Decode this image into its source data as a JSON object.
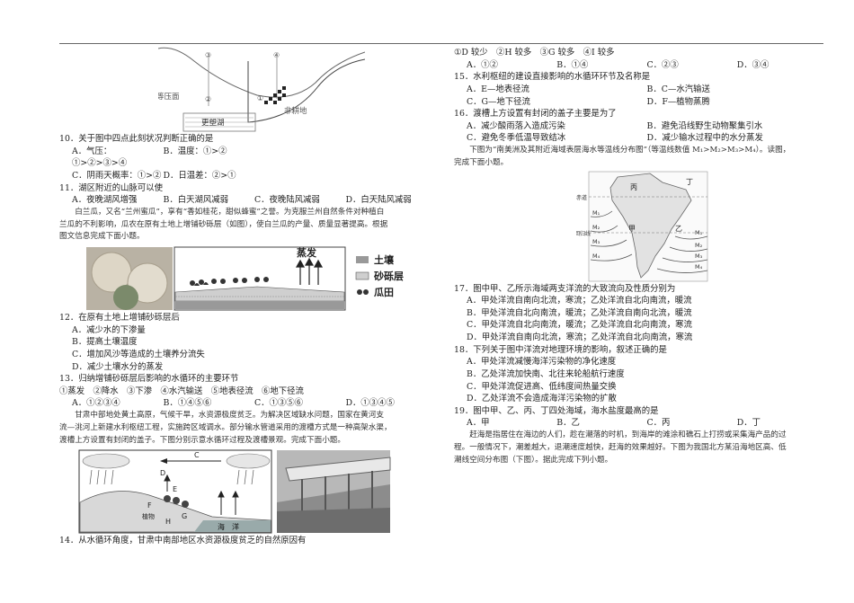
{
  "fig1": {
    "label_1": "①",
    "label_2": "②",
    "label_3": "③",
    "label_4": "④",
    "pressure_label": "等压面",
    "lake_label": "更塑湖",
    "nonfarm_label": "非耕地"
  },
  "q10": {
    "stem": "10．关于图中四点此刻状况判断正确的是",
    "options": [
      "A．气压：①>②>③>④",
      "B．温度：①>②",
      "C．阴雨天概率：①>②",
      "D．日温差：②>①"
    ]
  },
  "q11": {
    "stem": "11．湖区附近的山脉可以使",
    "options": [
      "A．夜晚湖风增强",
      "B．白天湖风减弱",
      "C．夜晚陆风减弱",
      "D．白天陆风减弱"
    ]
  },
  "para1": [
    "白兰瓜，又名“兰州蜜瓜”，享有“香如桂花，甜似蜂蜜”之誉。为克服兰州自然条件对种植白",
    "兰瓜的不利影响，瓜农在原有土地上增铺砂砾层（如图），使白兰瓜的产量、质量显著提高。根据",
    "图文信息完成下面小题。"
  ],
  "fig2": {
    "evap_label": "蒸发",
    "soil_label": "土壤",
    "gravel_label": "砂砾层",
    "melon_label": "瓜田"
  },
  "q12": {
    "stem": "12．在原有土地上增铺砂砾层后",
    "options": [
      "A．减少水的下渗量",
      "B．提高土壤温度",
      "C．增加风沙等造成的土壤养分流失",
      "D．减少土壤水分的蒸发"
    ]
  },
  "q13": {
    "stem": "13．归纳增铺砂砾层后影响的水循环的主要环节",
    "items": "①蒸发　②降水　③下渗　④水汽输送　⑤地表径流　⑥地下径流",
    "options": [
      "A．①②③④",
      "B．①④⑤⑥",
      "C．①③⑤⑥",
      "D．①③④⑤"
    ]
  },
  "para2": [
    "甘肃中部地处黄土高原，气候干旱，水资源极度贫乏。为解决区域缺水问题，国家在黄河支",
    "流—洮河上新建水利枢纽工程，实施跨区域调水。部分输水管道采用的渡槽方式是一种高架水渠，",
    "渡槽上方设置有封闭的盖子。下图分别示意水循环过程及渡槽景观。完成下面小题。"
  ],
  "fig3": {
    "label_c": "C",
    "label_d": "D",
    "label_e": "E",
    "label_f": "F",
    "label_g": "G",
    "label_h": "H",
    "plant_label": "植物",
    "sea_label": "海　洋"
  },
  "q14": {
    "stem": "14．从水循环角度，甘肃中南部地区水资源极度贫乏的自然原因有"
  },
  "q14b": {
    "items": "①D 较少　②H 较多　③G 较多　④I 较多",
    "options": [
      "A．①②",
      "B．①④",
      "C．②③",
      "D．③④"
    ]
  },
  "q15": {
    "stem": "15．水利枢纽的建设直接影响的水循环环节及名称是",
    "options": [
      "A．E—地表径流",
      "B．C—水汽输送",
      "C．G—地下径流",
      "D．F—植物蒸腾"
    ]
  },
  "q16": {
    "stem": "16．渡槽上方设置有封闭的盖子主要是为了",
    "options": [
      "A．减少酸雨落入造成污染",
      "B．避免沿线野生动物聚集引水",
      "C．避免冬季低温导致结冰",
      "D．减少输水过程中的水分蒸发"
    ]
  },
  "para3": [
    "下图为“南美洲及其附近海域表层海水等温线分布图”（等温线数值 M₁>M₂>M₃>M₄）。读图，",
    "完成下面小题。"
  ],
  "fig4": {
    "label_bing": "丙",
    "label_ding": "丁",
    "label_jia": "甲",
    "label_yi": "乙",
    "equator": "赤道",
    "tropic": "南回归线",
    "m1": "M₁",
    "m2": "M₂",
    "m3": "M₃",
    "m4": "M₄"
  },
  "q17": {
    "stem": "17．图中甲、乙所示海域两支洋流的大致流向及性质分别为",
    "options": [
      "A．甲处洋流自南向北流，寒流；乙处洋流自北向南流，暖流",
      "B．甲处洋流自北向南流，暖流；乙处洋流自南向北流，暖流",
      "C．甲处洋流自北向南流，暖流；乙处洋流自北向南流，寒流",
      "D．甲处洋流自南向北流，寒流；乙处洋流自北向南流，寒流"
    ]
  },
  "q18": {
    "stem": "18．下列关于图中洋流对地理环境的影响，叙述正确的是",
    "options": [
      "A．甲处洋流减慢海洋污染物的净化速度",
      "B．乙处洋流加快南、北往来轮船航行速度",
      "C．甲处洋流促进高、低纬度间热量交换",
      "D．乙处洋流不会造成海洋污染物的扩散"
    ]
  },
  "q19": {
    "stem": "19．图中甲、乙、丙、丁四处海域，海水盐度最高的是",
    "options": [
      "A．甲",
      "B．乙",
      "C．丙",
      "D．丁"
    ]
  },
  "para4": [
    "赶海是指居住在海边的人们，趁在潮落的时机，到海岸的滩涂和礁石上打捞或采集海产品的过",
    "程。一般情况下，潮差越大，退潮速度越快，赶海的效果越好。下图为我国北方某沿海地区高、低",
    "潮线空间分布图（下图）。据此完成下列小题。"
  ]
}
